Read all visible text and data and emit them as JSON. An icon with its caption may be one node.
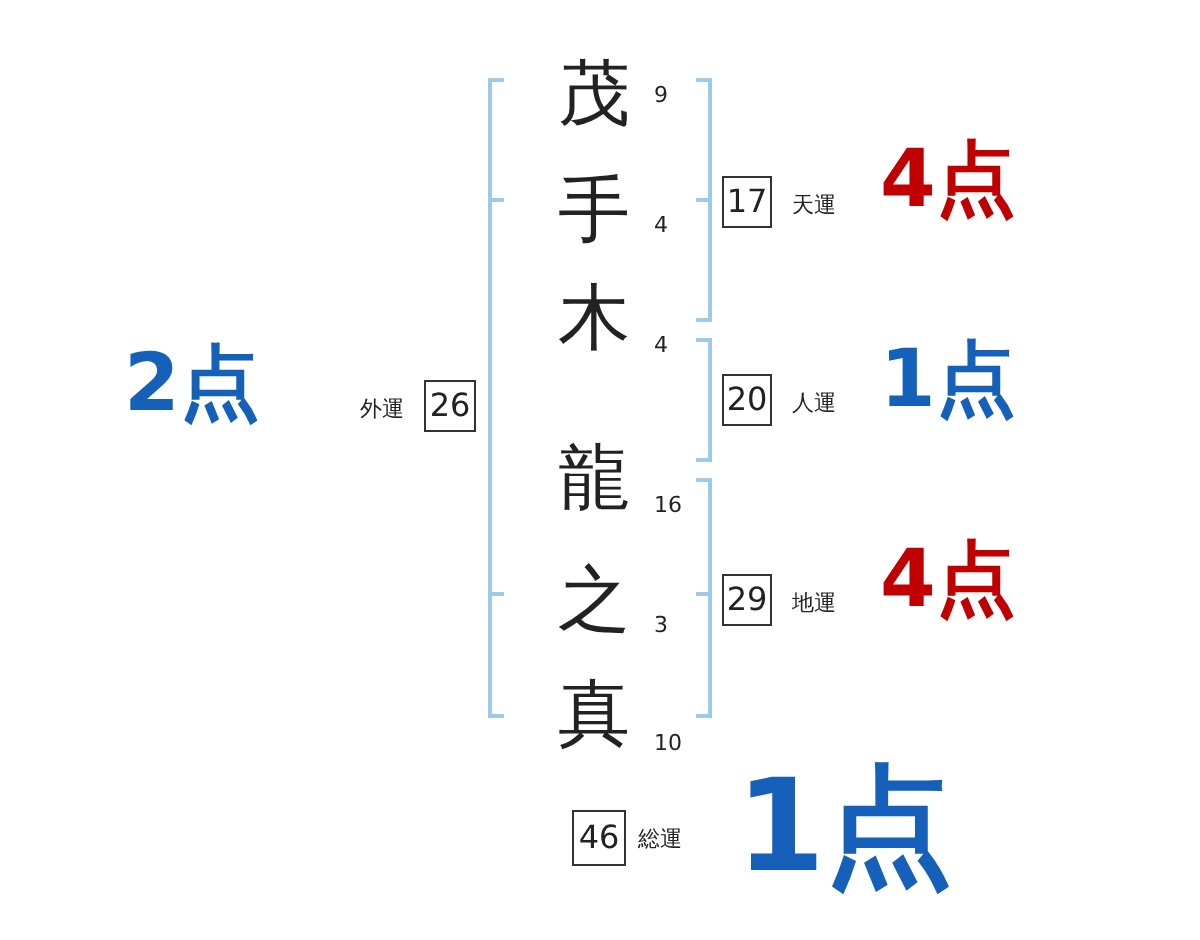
{
  "diagram": {
    "nodes": [
      {
        "text": [
          "17"
        ],
        "beside": [
          "天運",
          "4点"
        ]
      },
      {
        "text": [
          "26"
        ],
        "beside": [
          "外運",
          "2点"
        ]
      },
      {
        "text": [
          "20"
        ],
        "beside": [
          "人運",
          "1点"
        ]
      },
      {
        "text": [
          "29"
        ],
        "beside": [
          "地運",
          "4点"
        ]
      },
      {
        "text": [
          "46"
        ],
        "beside": [
          "総運",
          "1点"
        ]
      }
    ],
    "edges": [],
    "labels": [
      "茂",
      "9",
      "手",
      "4",
      "木",
      "4",
      "龍",
      "16",
      "之",
      "3",
      "真",
      "10"
    ]
  }
}
